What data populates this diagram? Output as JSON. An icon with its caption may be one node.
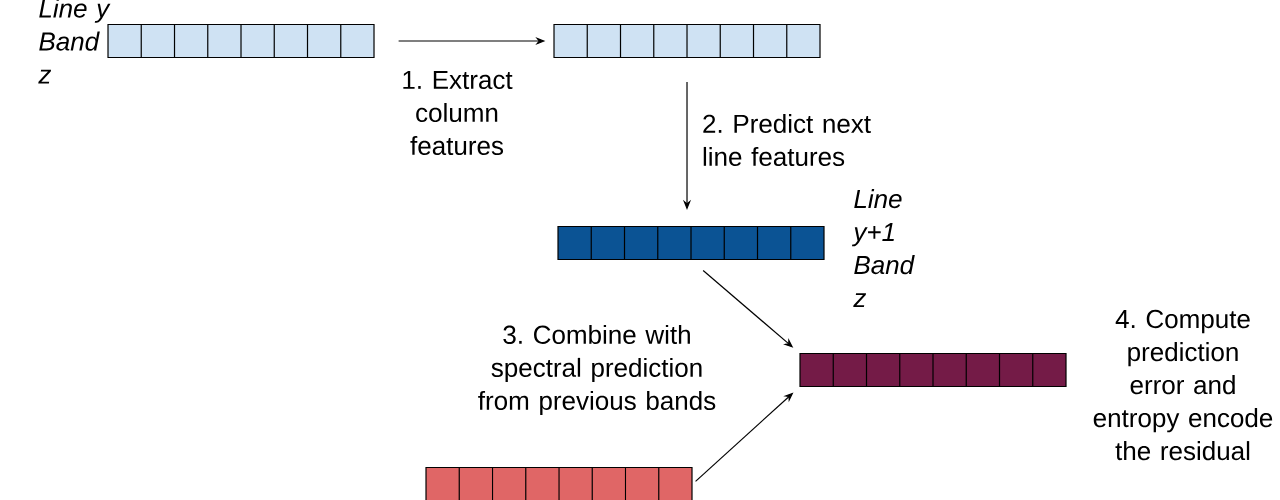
{
  "diagram": {
    "nodes": [
      {
        "text": [],
        "shape": "bar",
        "beside": [
          "Line y Band z"
        ]
      },
      {
        "text": [],
        "shape": "bar"
      },
      {
        "text": [],
        "shape": "bar",
        "beside": [
          "Line y+1 Band z"
        ]
      },
      {
        "text": [],
        "shape": "bar"
      },
      {
        "text": [],
        "shape": "bar"
      }
    ],
    "edges": [
      {
        "from": 0,
        "to": 1,
        "arrow": "to",
        "label": "1. Extract column features"
      },
      {
        "from": 1,
        "to": 2,
        "arrow": "to",
        "label": "2. Predict next line features"
      },
      {
        "from": 2,
        "to": 3,
        "arrow": "to"
      },
      {
        "from": 4,
        "to": 3,
        "arrow": "to"
      }
    ],
    "labels": [
      "3. Combine with spectral prediction from previous bands",
      "4. Compute prediction error and entropy encode the residual"
    ]
  }
}
